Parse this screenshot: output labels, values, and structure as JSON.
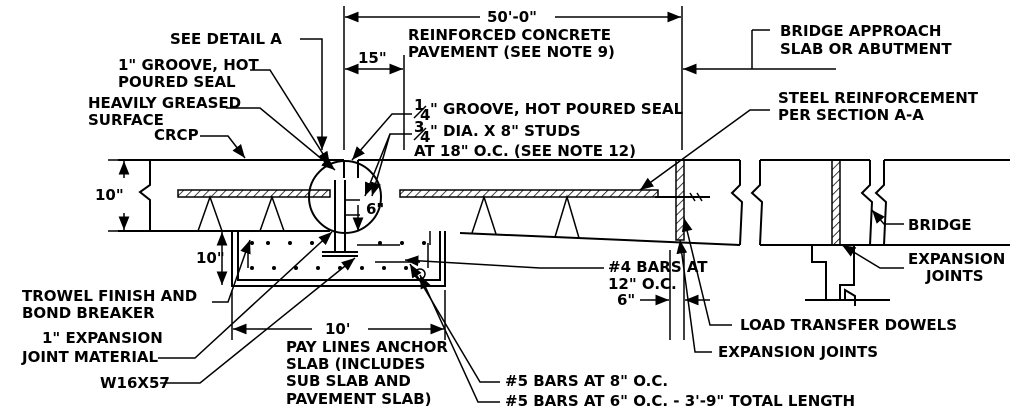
{
  "labels": {
    "see_detail_a": "SEE DETAIL A",
    "groove_1in_l1": "1\" GROOVE, HOT",
    "groove_1in_l2": "POURED SEAL",
    "greased_l1": "HEAVILY GREASED",
    "greased_l2": "SURFACE",
    "crcp": "CRCP",
    "dim_50": "50'-0\"",
    "rc_l1": "REINFORCED CONCRETE",
    "rc_l2": "PAVEMENT (SEE NOTE 9)",
    "dim_15": "15\"",
    "groove_q_1": "1",
    "groove_q_4": "4",
    "groove_q_rest": "\" GROOVE, HOT POURED SEAL",
    "studs_3": "3",
    "studs_4": "4",
    "studs_l1_rest": "\" DIA. X 8\" STUDS",
    "studs_l2": "AT 18\" O.C. (SEE NOTE 12)",
    "approach_l1": "BRIDGE APPROACH",
    "approach_l2": "SLAB OR ABUTMENT",
    "steel_l1": "STEEL REINFORCEMENT",
    "steel_l2": "PER SECTION A-A",
    "dim_10in": "10\"",
    "dim_6in_top": "6\"",
    "dim_10in_low": "10\"",
    "bridge": "BRIDGE",
    "exp_joints_r_l1": "EXPANSION",
    "exp_joints_r_l2": "JOINTS",
    "bars4_l1": "#4 BARS AT",
    "bars4_l2": "12\" O.C.",
    "trowel_l1": "TROWEL FINISH AND",
    "trowel_l2": "BOND BREAKER",
    "dim_6in_low": "6\"",
    "exp_mat_l1": "1\" EXPANSION",
    "exp_mat_l2": "JOINT MATERIAL",
    "dim_10ft": "10'",
    "ltd": "LOAD TRANSFER DOWELS",
    "pay_l1": "PAY LINES ANCHOR",
    "pay_l2": "SLAB (INCLUDES",
    "pay_l3": "SUB SLAB AND",
    "pay_l4": "PAVEMENT SLAB)",
    "exp_joints_b": "EXPANSION JOINTS",
    "w16": "W16X57",
    "bars5_8": "#5 BARS AT 8\" O.C.",
    "bars5_6": "#5 BARS AT 6\" O.C. - 3'-9\" TOTAL LENGTH"
  }
}
